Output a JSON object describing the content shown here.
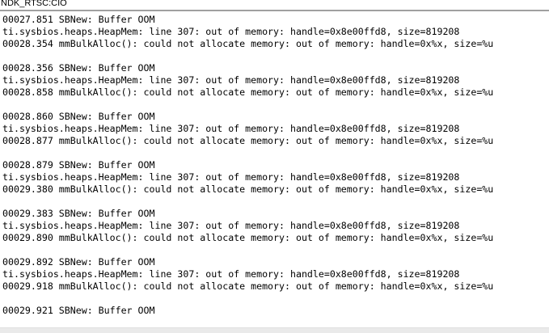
{
  "console": {
    "title": "NDK_RTSC:CIO",
    "lines": [
      "00027.851 SBNew: Buffer OOM",
      "ti.sysbios.heaps.HeapMem: line 307: out of memory: handle=0x8e00ffd8, size=819208",
      "00028.354 mmBulkAlloc(): could not allocate memory: out of memory: handle=0x%x, size=%u",
      "",
      "00028.356 SBNew: Buffer OOM",
      "ti.sysbios.heaps.HeapMem: line 307: out of memory: handle=0x8e00ffd8, size=819208",
      "00028.858 mmBulkAlloc(): could not allocate memory: out of memory: handle=0x%x, size=%u",
      "",
      "00028.860 SBNew: Buffer OOM",
      "ti.sysbios.heaps.HeapMem: line 307: out of memory: handle=0x8e00ffd8, size=819208",
      "00028.877 mmBulkAlloc(): could not allocate memory: out of memory: handle=0x%x, size=%u",
      "",
      "00028.879 SBNew: Buffer OOM",
      "ti.sysbios.heaps.HeapMem: line 307: out of memory: handle=0x8e00ffd8, size=819208",
      "00029.380 mmBulkAlloc(): could not allocate memory: out of memory: handle=0x%x, size=%u",
      "",
      "00029.383 SBNew: Buffer OOM",
      "ti.sysbios.heaps.HeapMem: line 307: out of memory: handle=0x8e00ffd8, size=819208",
      "00029.890 mmBulkAlloc(): could not allocate memory: out of memory: handle=0x%x, size=%u",
      "",
      "00029.892 SBNew: Buffer OOM",
      "ti.sysbios.heaps.HeapMem: line 307: out of memory: handle=0x8e00ffd8, size=819208",
      "00029.918 mmBulkAlloc(): could not allocate memory: out of memory: handle=0x%x, size=%u",
      "",
      "00029.921 SBNew: Buffer OOM"
    ]
  },
  "colors": {
    "text": "#000000",
    "header_border": "#a0a0a0",
    "scrollbar_track": "#eaeaea"
  }
}
